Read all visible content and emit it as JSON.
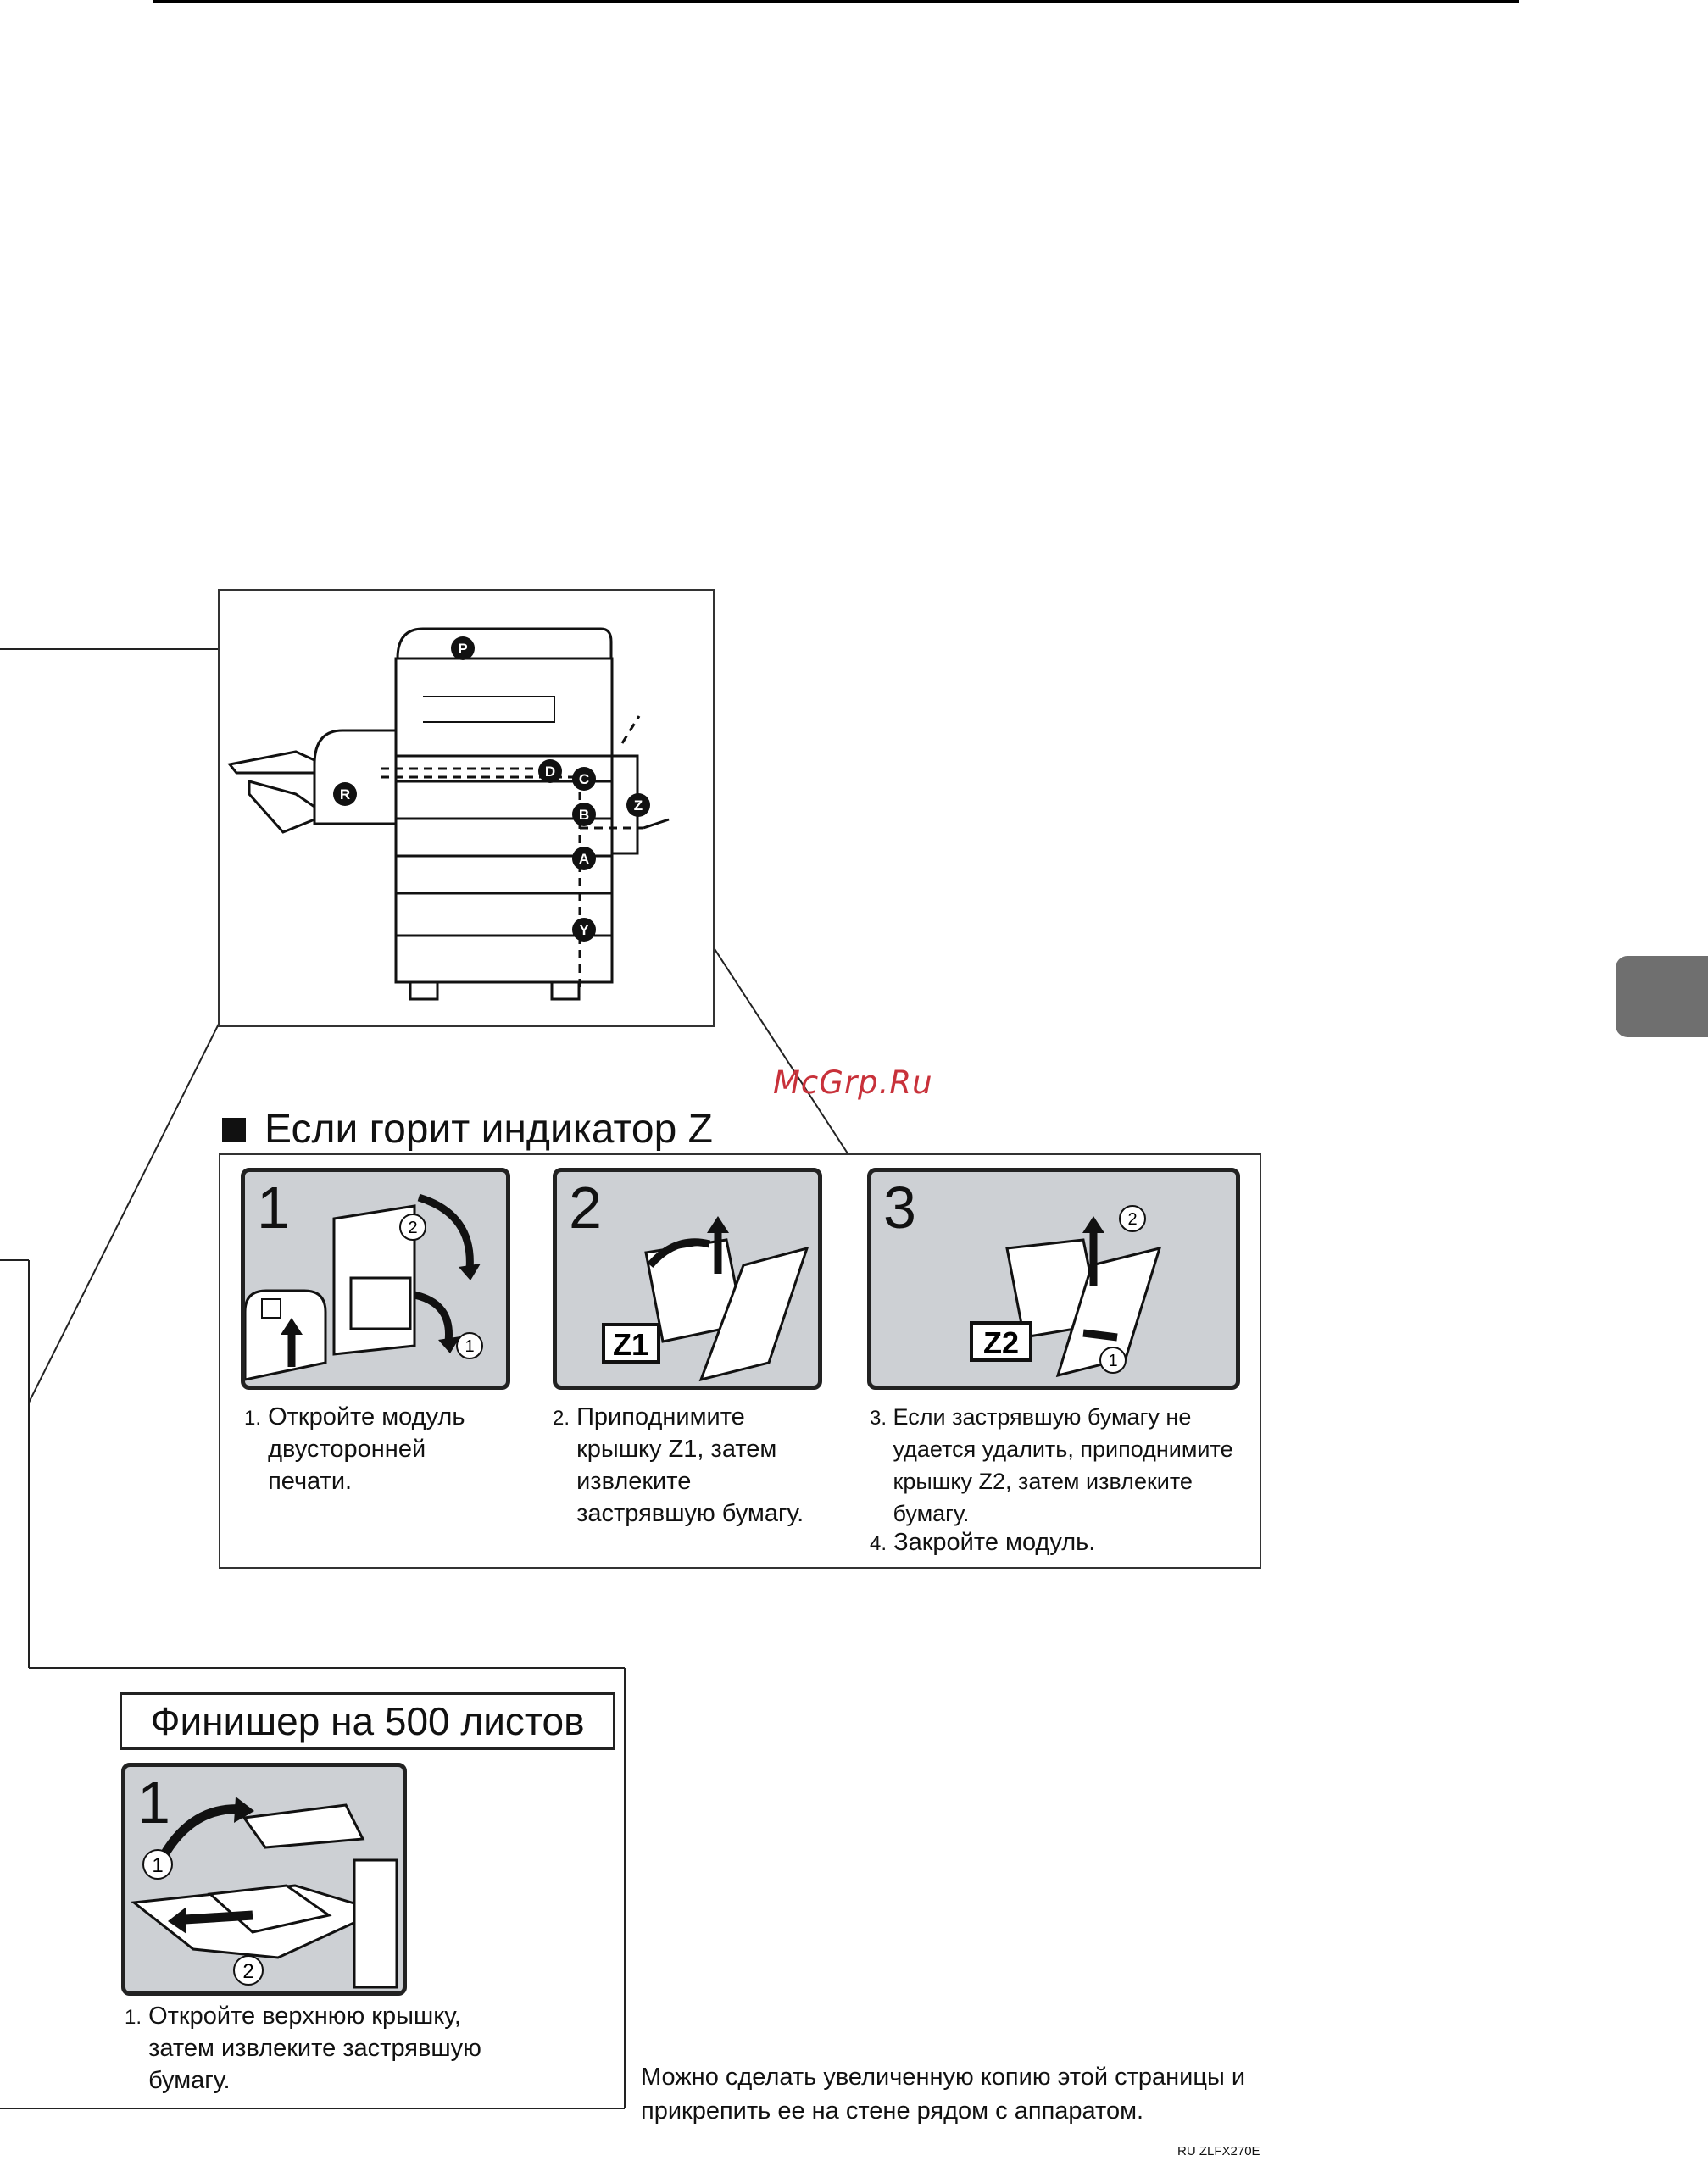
{
  "overview": {
    "labels": [
      "P",
      "D",
      "C",
      "B",
      "A",
      "Y",
      "Z",
      "R"
    ]
  },
  "watermark": "McGrp.Ru",
  "section_z": {
    "title": "Если горит индикатор Z",
    "panels": [
      {
        "number": "1"
      },
      {
        "number": "2",
        "tag": "Z1"
      },
      {
        "number": "3",
        "tag": "Z2"
      }
    ],
    "steps": [
      {
        "n": "1.",
        "text": "Откройте модуль двусторонней печати."
      },
      {
        "n": "2.",
        "text": "Приподнимите крышку Z1, затем извлеките застрявшую бумагу."
      },
      {
        "n": "3.",
        "text": "Если застрявшую бумагу не удается удалить, приподнимите крышку Z2, затем извлеките бумагу."
      },
      {
        "n": "4.",
        "text": "Закройте модуль."
      }
    ]
  },
  "finisher": {
    "title": "Финишер на 500 листов",
    "panel_number": "1",
    "step": {
      "n": "1.",
      "text": "Откройте верхнюю крышку, затем извлеките застрявшую бумагу."
    }
  },
  "callouts": [
    "1",
    "2"
  ],
  "note": "Можно сделать увеличенную копию этой страницы и прикрепить ее на стене рядом с аппаратом.",
  "code": "RU ZLFX270E"
}
